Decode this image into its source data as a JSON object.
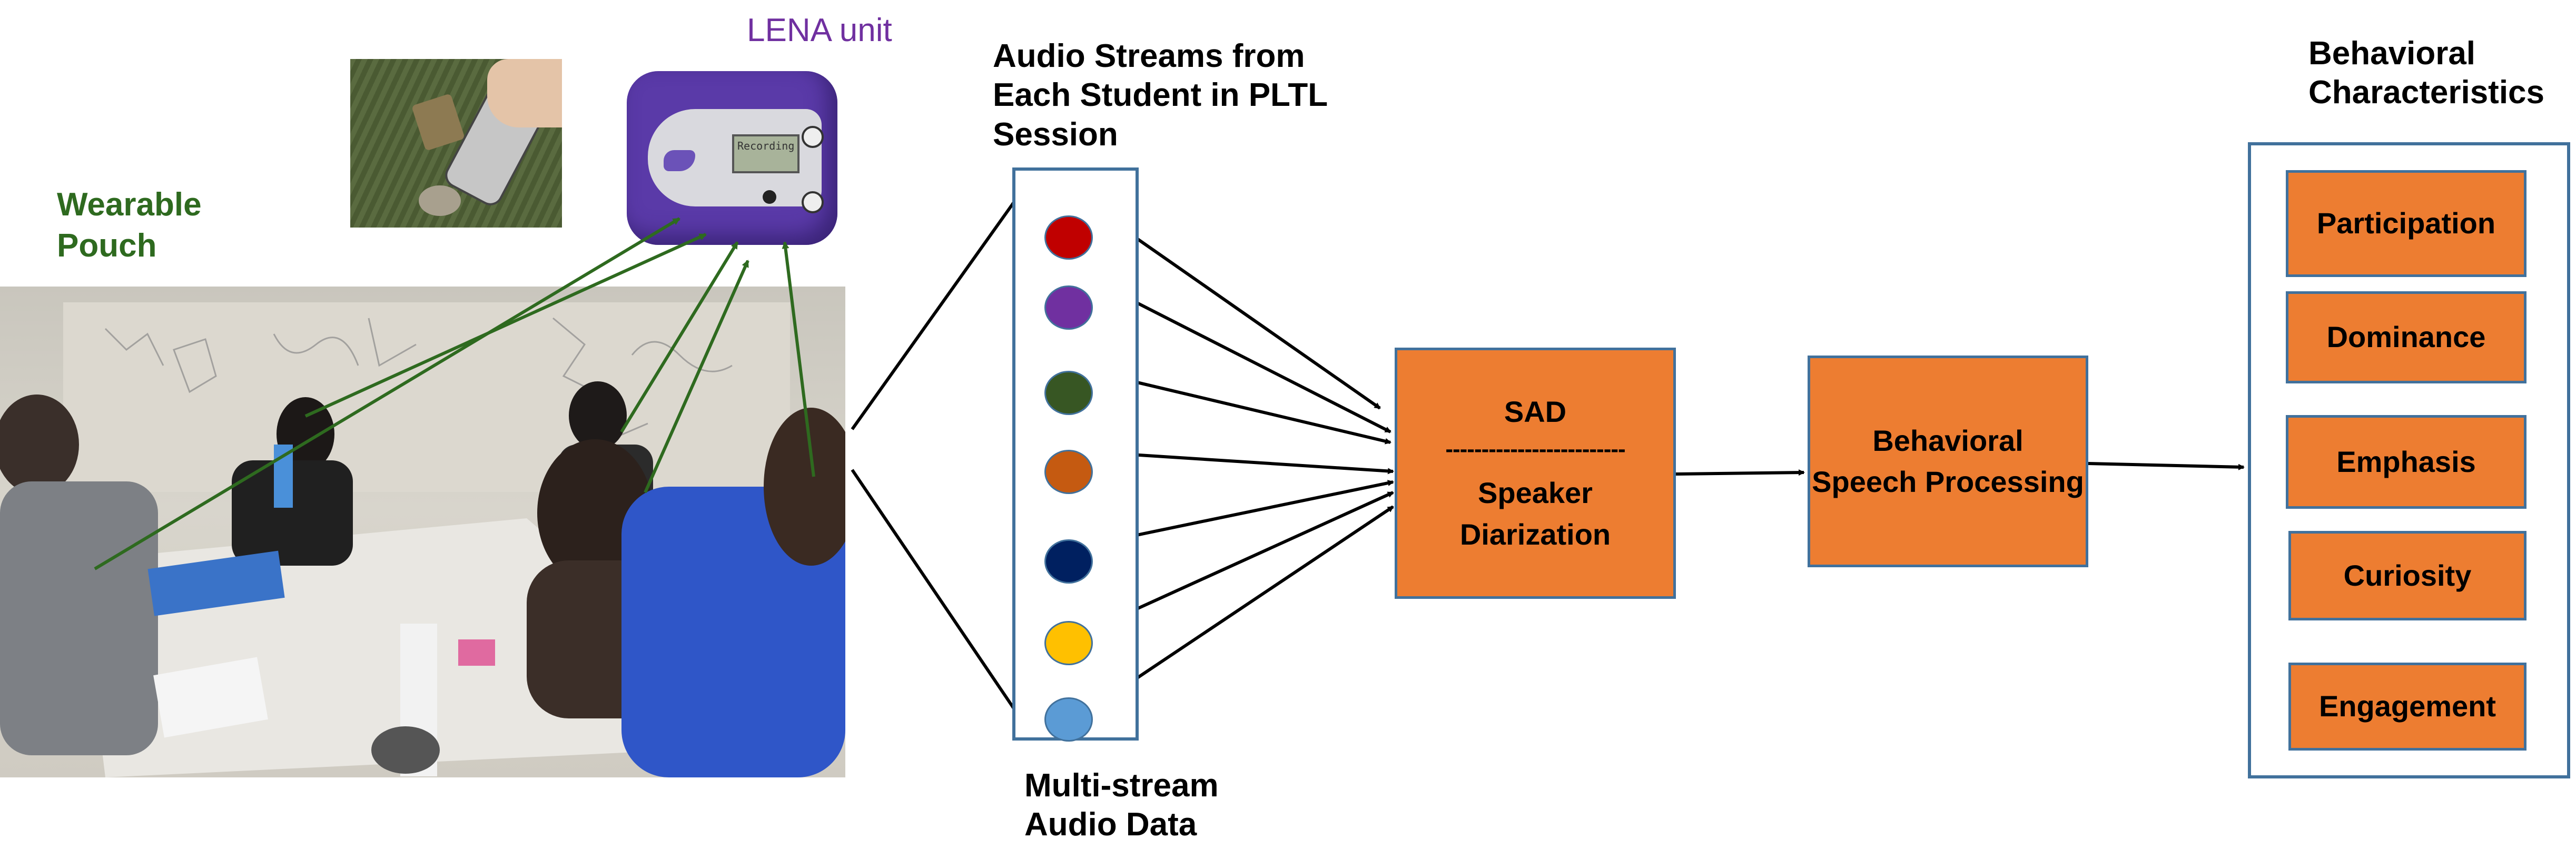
{
  "labels": {
    "wearable_pouch": [
      "Wearable",
      "Pouch"
    ],
    "lena_unit": "LENA unit",
    "audio_streams_title": [
      "Audio Streams from",
      "Each Student in PLTL",
      "Session"
    ],
    "multistream": [
      "Multi-stream",
      "Audio Data"
    ],
    "sad": "SAD",
    "separator": "-------------------------",
    "speaker_diarization": [
      "Speaker",
      "Diarization"
    ],
    "behavioral_speech": [
      "Behavioral",
      "Speech Processing"
    ],
    "behavioral_characteristics": [
      "Behavioral",
      "Characteristics"
    ]
  },
  "device_screen_text": [
    "Recording"
  ],
  "stream_colors": [
    "#c00000",
    "#7030a0",
    "#375623",
    "#c55a11",
    "#002060",
    "#ffc000",
    "#5b9bd5"
  ],
  "characteristics": [
    "Participation",
    "Dominance",
    "Emphasis",
    "Curiosity",
    "Engagement"
  ],
  "colors": {
    "box_fill": "#ed7d31",
    "box_border": "#41719c",
    "pouch_title": "#2e6a1f",
    "lena_title": "#7030a0",
    "pointer_lines": "#2e6a1f"
  },
  "icons": [
    "lena-device-image",
    "wearable-pouch-image",
    "classroom-photo"
  ]
}
